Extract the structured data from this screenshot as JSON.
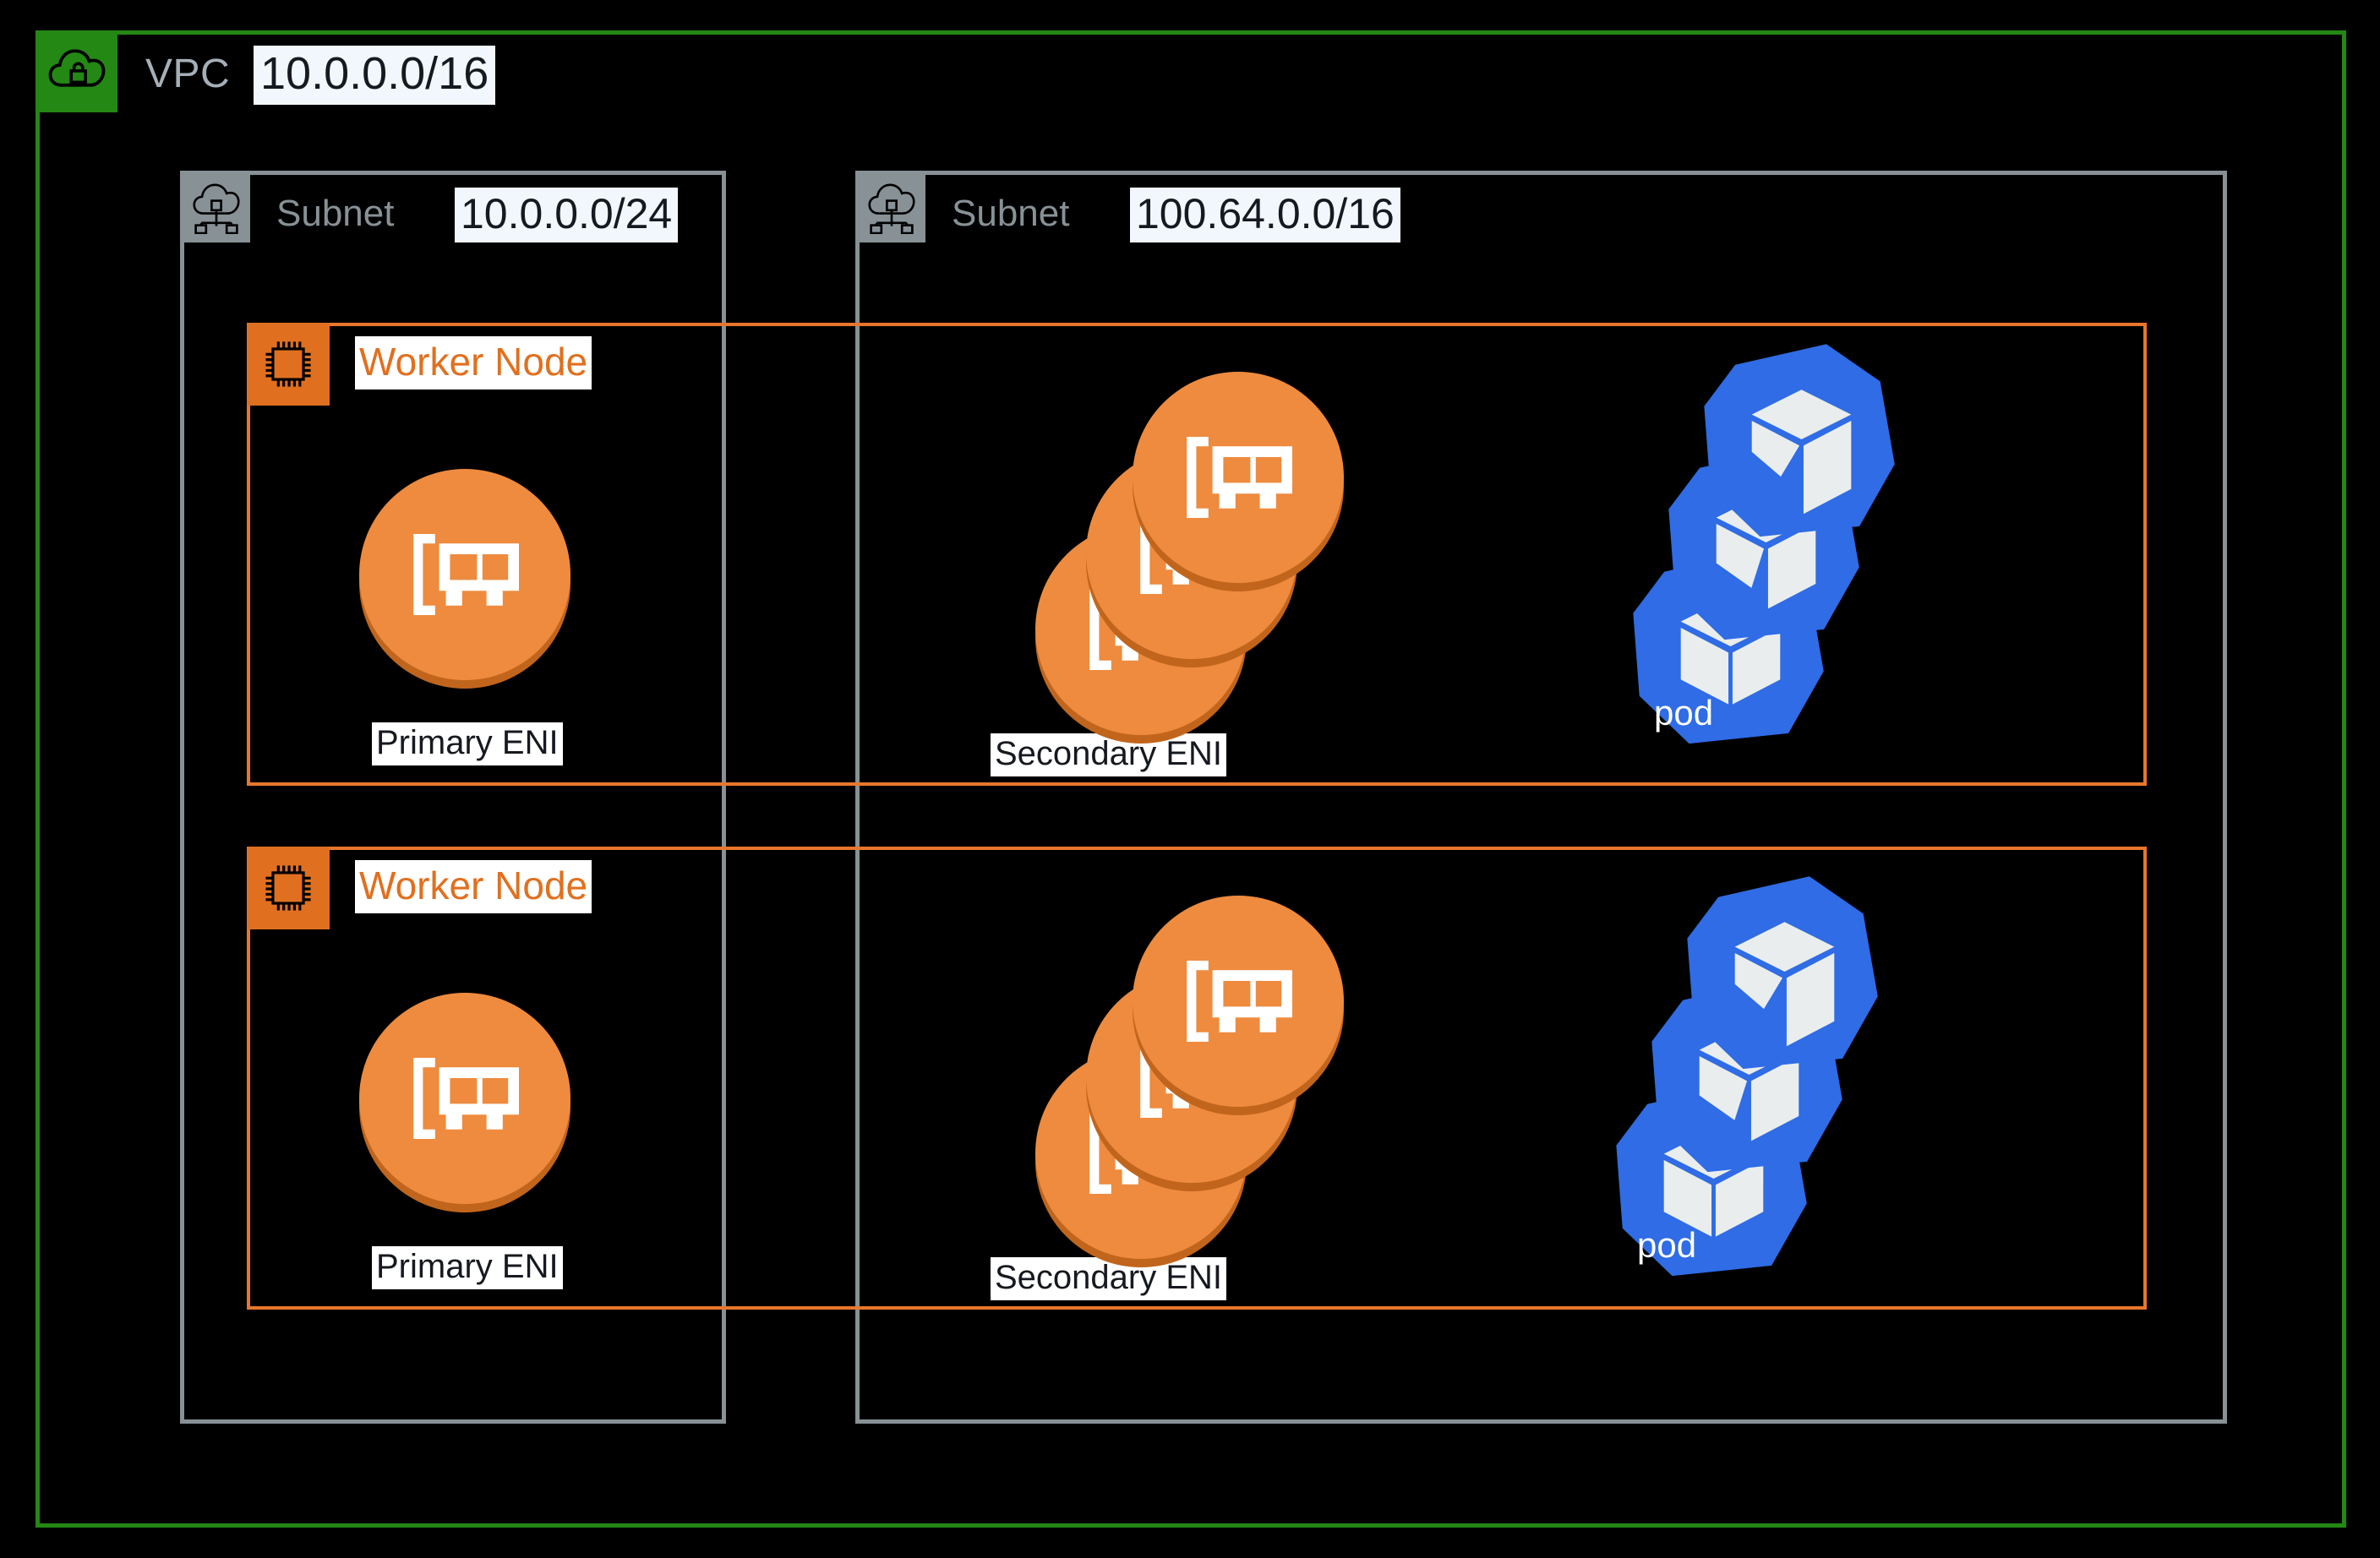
{
  "vpc": {
    "icon": "cloud-lock-icon",
    "label": "VPC",
    "cidr": "10.0.0.0/16",
    "border_color": "#248814",
    "icon_bg": "#248814"
  },
  "subnets": [
    {
      "icon": "cloud-network-icon",
      "label": "Subnet",
      "cidr": "10.0.0.0/24",
      "border_color": "#879196",
      "icon_bg": "#879196"
    },
    {
      "icon": "cloud-network-icon",
      "label": "Subnet",
      "cidr": "100.64.0.0/16",
      "border_color": "#879196",
      "icon_bg": "#879196"
    }
  ],
  "worker_nodes": [
    {
      "icon": "cpu-chip-icon",
      "label": "Worker Node",
      "border_color": "#e8762d",
      "icon_bg": "#e0701f",
      "label_color": "#e0701f",
      "primary_eni_caption": "Primary ENI",
      "secondary_eni_caption": "Secondary ENI",
      "secondary_eni_count": 3,
      "pod_caption": "pod",
      "pod_count": 3
    },
    {
      "icon": "cpu-chip-icon",
      "label": "Worker Node",
      "border_color": "#e8762d",
      "icon_bg": "#e0701f",
      "label_color": "#e0701f",
      "primary_eni_caption": "Primary ENI",
      "secondary_eni_caption": "Secondary ENI",
      "secondary_eni_count": 3,
      "pod_caption": "pod",
      "pod_count": 3
    }
  ],
  "colors": {
    "background": "#000000",
    "vpc_green": "#248814",
    "subnet_gray": "#879196",
    "worker_orange": "#e8762d",
    "eni_orange": "#ee8b3f",
    "eni_orange_shadow": "#c2651c",
    "pod_blue": "#2f6ce5",
    "pod_cube_white": "#eaeded",
    "label_white": "#ffffff",
    "text_dark": "#16191f"
  }
}
